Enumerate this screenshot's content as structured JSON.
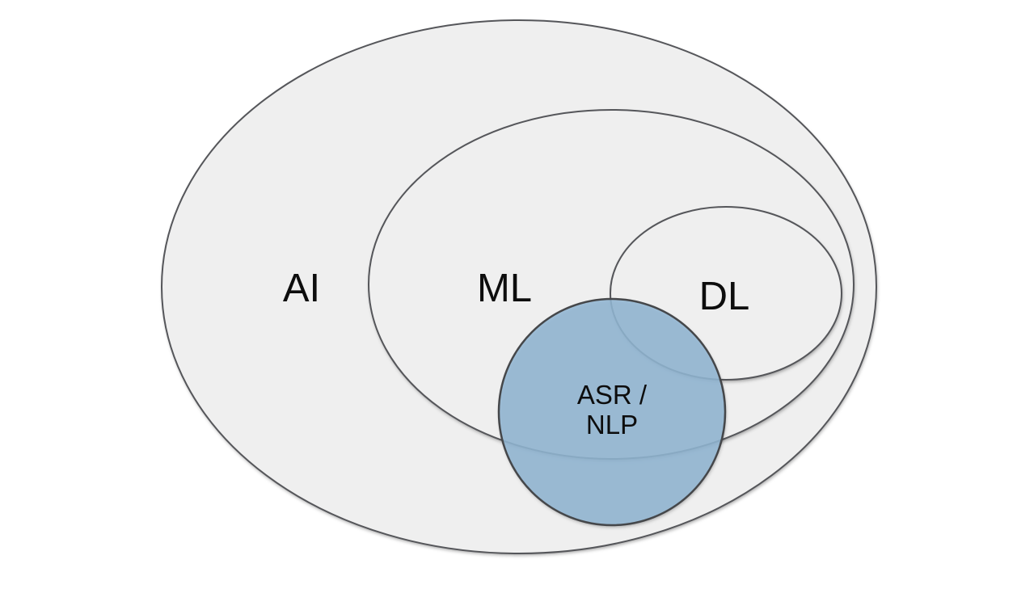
{
  "diagram": {
    "type": "venn-euler",
    "background": "#ffffff",
    "sets": [
      {
        "id": "ai",
        "label": "AI"
      },
      {
        "id": "ml",
        "label": "ML"
      },
      {
        "id": "dl",
        "label": "DL"
      }
    ],
    "highlight": {
      "id": "asr-nlp",
      "label_lines": [
        "ASR /",
        "NLP"
      ]
    },
    "colors": {
      "set_fill": "#efefef",
      "set_stroke": "#55565a",
      "highlight_fill": "#92b6d3",
      "highlight_stroke": "#45474a",
      "label": "#0d0d0d"
    }
  }
}
